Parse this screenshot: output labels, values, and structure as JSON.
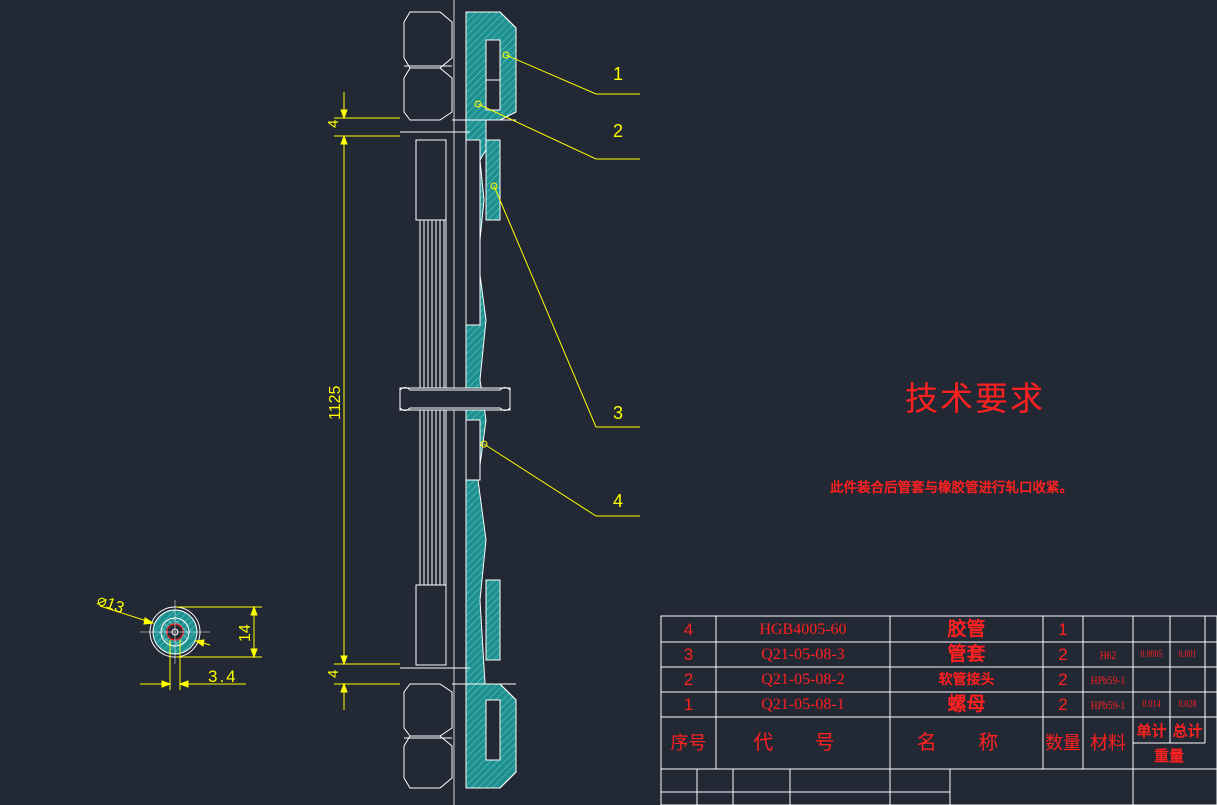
{
  "technical_requirements": {
    "title": "技术要求",
    "note": "此件装合后管套与橡胶管进行轧口收紧。"
  },
  "dimensions": {
    "overall_length": "1125",
    "end_gap_top": "4",
    "end_gap_bottom": "4",
    "outer_diameter": "⌀13",
    "section_height": "14",
    "bore": "3.4"
  },
  "callouts": [
    "1",
    "2",
    "3",
    "4"
  ],
  "bom": {
    "rows": [
      {
        "seq": "4",
        "code": "HGB4005-60",
        "name": "胶管",
        "qty": "1",
        "material": "",
        "unit_weight": "",
        "total_weight": ""
      },
      {
        "seq": "3",
        "code": "Q21-05-08-3",
        "name": "管套",
        "qty": "2",
        "material": "H62",
        "unit_weight": "0.0005",
        "total_weight": "0.001"
      },
      {
        "seq": "2",
        "code": "Q21-05-08-2",
        "name": "软管接头",
        "qty": "2",
        "material": "HPb59-1",
        "unit_weight": "",
        "total_weight": ""
      },
      {
        "seq": "1",
        "code": "Q21-05-08-1",
        "name": "螺母",
        "qty": "2",
        "material": "HPb59-1",
        "unit_weight": "0.014",
        "total_weight": "0.028"
      }
    ],
    "header": {
      "seq": "序号",
      "code": "代 号",
      "name": "名 称",
      "qty": "数量",
      "material": "材料",
      "unit": "单计",
      "total": "总计",
      "weight": "重量"
    }
  },
  "colors": {
    "background": "#222834",
    "outline": "#ffffff",
    "dimension": "#ffff00",
    "hatch": "#17a3a3",
    "text": "#ff2020"
  }
}
